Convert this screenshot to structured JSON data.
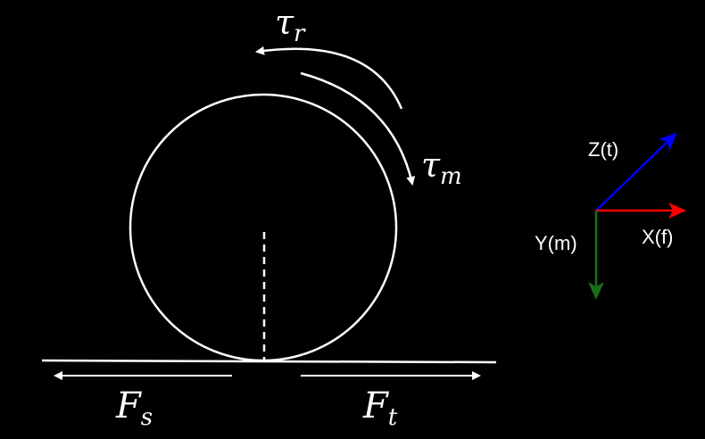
{
  "labels": {
    "tau_r": {
      "main": "τ",
      "sub": "r"
    },
    "tau_m": {
      "main": "τ",
      "sub": "m"
    },
    "f_s": {
      "main": "F",
      "sub": "s"
    },
    "f_t": {
      "main": "F",
      "sub": "t"
    }
  },
  "axes": {
    "z_label": "Z(t)",
    "x_label": "X(f)",
    "y_label": "Y(m)"
  },
  "colors": {
    "background": "#000000",
    "drawing": "#ffffff",
    "x_axis": "#ff0000",
    "y_axis": "#1a6e1a",
    "z_axis": "#0000ff"
  }
}
